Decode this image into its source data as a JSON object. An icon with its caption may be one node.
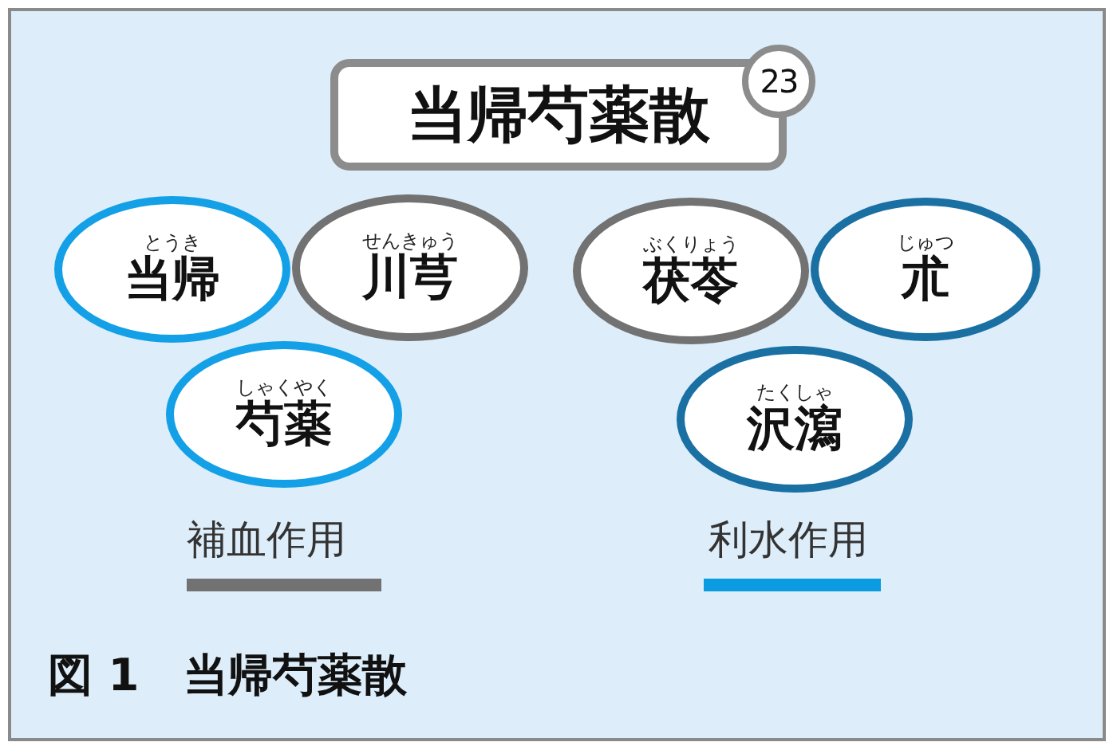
{
  "diagram": {
    "caption": "図 1　当帰芍薬散",
    "nodes": [
      {
        "text": [
          "当帰芍薬散"
        ]
      },
      {
        "text": [
          "23"
        ]
      },
      {
        "text": [
          "とうき",
          "当帰"
        ]
      },
      {
        "text": [
          "せんきゅう",
          "川芎"
        ]
      },
      {
        "text": [
          "ぶくりょう",
          "茯苓"
        ]
      },
      {
        "text": [
          "じゅつ",
          "朮"
        ]
      },
      {
        "text": [
          "しゃくやく",
          "芍薬"
        ]
      },
      {
        "text": [
          "たくしゃ",
          "沢瀉"
        ]
      }
    ],
    "legend": [
      {
        "text": "補血作用",
        "color": "#727272"
      },
      {
        "text": "利水作用",
        "color": "#0a9be0"
      }
    ]
  }
}
